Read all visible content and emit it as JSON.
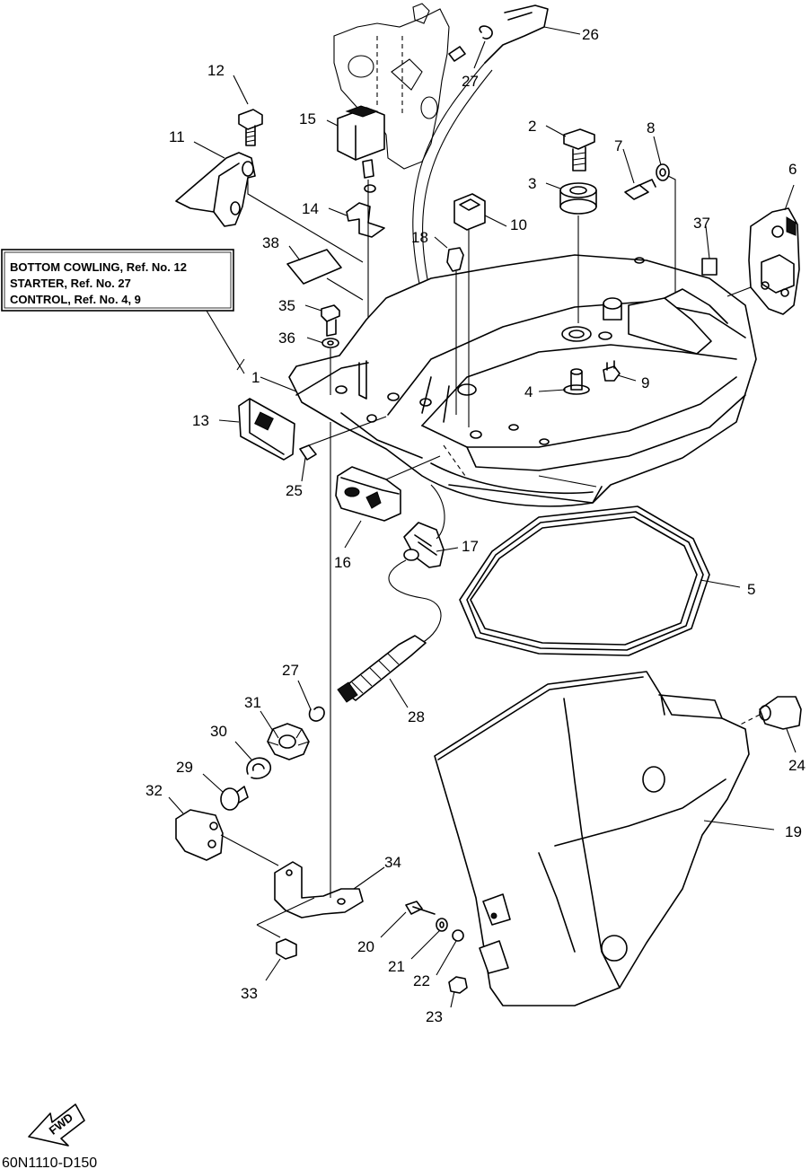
{
  "legend": {
    "lines": [
      "BOTTOM COWLING, Ref. No. 12",
      "STARTER,  Ref. No. 27",
      "CONTROL,  Ref. No. 4, 9"
    ]
  },
  "callouts": [
    {
      "id": "c12",
      "text": "12"
    },
    {
      "id": "c11",
      "text": "11"
    },
    {
      "id": "c15",
      "text": "15"
    },
    {
      "id": "c14",
      "text": "14"
    },
    {
      "id": "c38",
      "text": "38"
    },
    {
      "id": "c26",
      "text": "26"
    },
    {
      "id": "c27a",
      "text": "27"
    },
    {
      "id": "c2",
      "text": "2"
    },
    {
      "id": "c8",
      "text": "8"
    },
    {
      "id": "c7",
      "text": "7"
    },
    {
      "id": "c3",
      "text": "3"
    },
    {
      "id": "c6",
      "text": "6"
    },
    {
      "id": "c18",
      "text": "18"
    },
    {
      "id": "c10",
      "text": "10"
    },
    {
      "id": "c37",
      "text": "37"
    },
    {
      "id": "c35",
      "text": "35"
    },
    {
      "id": "c36",
      "text": "36"
    },
    {
      "id": "c1",
      "text": "1"
    },
    {
      "id": "c4",
      "text": "4"
    },
    {
      "id": "c9",
      "text": "9"
    },
    {
      "id": "c13",
      "text": "13"
    },
    {
      "id": "c25",
      "text": "25"
    },
    {
      "id": "c16",
      "text": "16"
    },
    {
      "id": "c17",
      "text": "17"
    },
    {
      "id": "c5",
      "text": "5"
    },
    {
      "id": "c27b",
      "text": "27"
    },
    {
      "id": "c31",
      "text": "31"
    },
    {
      "id": "c28",
      "text": "28"
    },
    {
      "id": "c30",
      "text": "30"
    },
    {
      "id": "c29",
      "text": "29"
    },
    {
      "id": "c32",
      "text": "32"
    },
    {
      "id": "c24",
      "text": "24"
    },
    {
      "id": "c19",
      "text": "19"
    },
    {
      "id": "c34",
      "text": "34"
    },
    {
      "id": "c20",
      "text": "20"
    },
    {
      "id": "c21",
      "text": "21"
    },
    {
      "id": "c22",
      "text": "22"
    },
    {
      "id": "c23",
      "text": "23"
    },
    {
      "id": "c33",
      "text": "33"
    }
  ],
  "fwd_label": "FWD",
  "diagram_code": "60N1110-D150"
}
